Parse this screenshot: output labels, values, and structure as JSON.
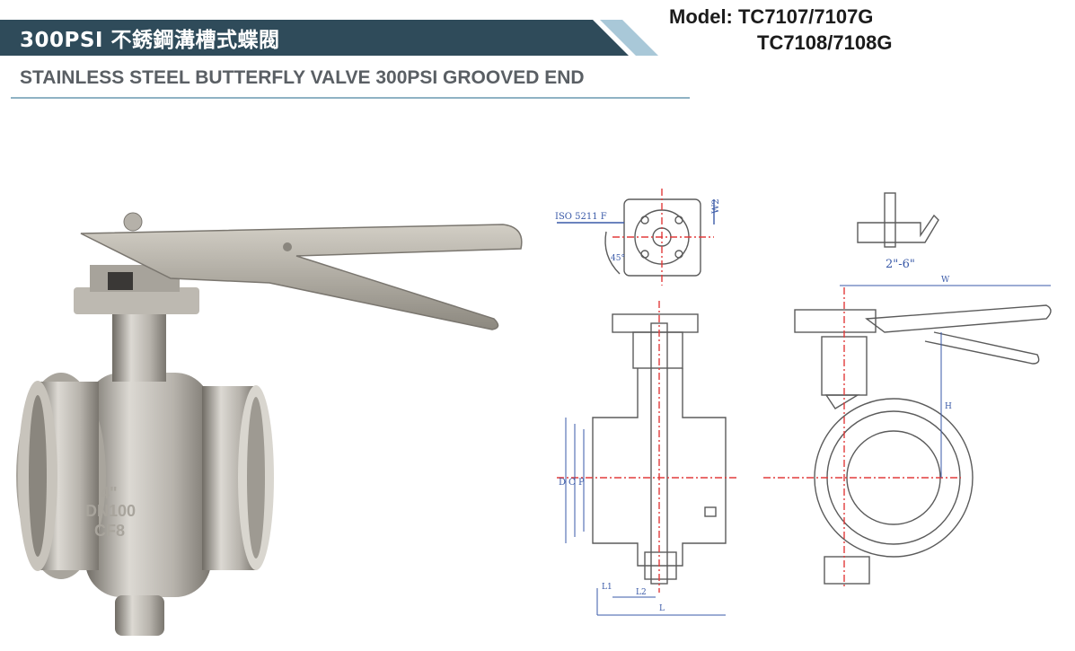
{
  "header": {
    "title_cn": "300PSI 不銹鋼溝槽式蝶閥",
    "subtitle_en": "STAINLESS STEEL BUTTERFLY VALVE 300PSI GROOVED END",
    "model_line1": "Model: TC7107/7107G",
    "model_line2": "TC7108/7108G"
  },
  "photo": {
    "body_marking": [
      "4\"",
      "DN100",
      "CF8"
    ]
  },
  "drawing": {
    "iso_label": "ISO 5211 F",
    "w2_label": "W2",
    "angle_label": "45°",
    "size_range": "2\"-6\"",
    "w_label": "W",
    "h_label": "H",
    "dims_vertical": [
      "D",
      "C",
      "P"
    ],
    "l1_label": "L1",
    "l2_label": "L2",
    "l_label": "L"
  },
  "colors": {
    "header_dark": "#2f4b5a",
    "header_accent": "#a9c8d8",
    "centerline_red": "#e23b3b",
    "dimension_blue": "#3a5aa8",
    "drawing_gray": "#5b5b5b"
  }
}
